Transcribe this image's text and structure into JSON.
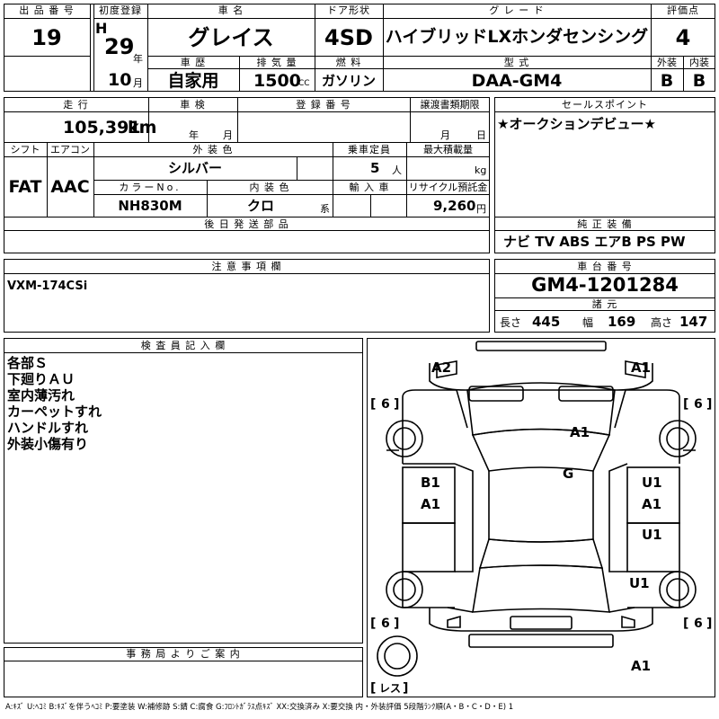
{
  "header_labels": {
    "lot_no": "出 品 番 号",
    "first_reg": "初度登録",
    "car_name": "車 名",
    "door": "ドア形状",
    "grade": "グ レ ー ド",
    "score": "評価点",
    "history": "車 歴",
    "displacement": "排 気 量",
    "fuel": "燃 料",
    "model": "型 式",
    "exterior": "外装",
    "interior": "内装"
  },
  "header": {
    "lot_no": "19",
    "era": "H",
    "year": "29",
    "year_unit": "年",
    "month": "10",
    "month_unit": "月",
    "car_name": "グレイス",
    "door": "4SD",
    "grade": "ハイブリッドLXホンダセンシング",
    "score": "4",
    "history": "自家用",
    "displacement": "1500",
    "displacement_unit": "CC",
    "fuel": "ガソリン",
    "model": "DAA-GM4",
    "exterior_grade": "B",
    "interior_grade": "B"
  },
  "sec2_labels": {
    "mileage": "走 行",
    "inspection": "車 検",
    "reg_no": "登 録 番 号",
    "transfer_deadline": "譲渡書類期限",
    "sales_point": "セールスポイント",
    "shift": "シフト",
    "aircon": "エアコン",
    "ext_color": "外 装 色",
    "capacity": "乗車定員",
    "max_load": "最大積載量",
    "color_no": "カラーNo.",
    "int_color": "内 装 色",
    "import": "輸 入 車",
    "recycle": "リサイクル預託金",
    "later_parts": "後 日 発 送 部 品",
    "genuine_equip": "純 正 装 備"
  },
  "sec2": {
    "mileage": "105,391",
    "mileage_unit": "km",
    "insp_year_unit": "年",
    "insp_month_unit": "月",
    "deadline_month_unit": "月",
    "deadline_day_unit": "日",
    "sales_point": "★オークションデビュー★",
    "shift": "FAT",
    "aircon": "AAC",
    "ext_color": "シルバー",
    "capacity": "5",
    "capacity_unit": "人",
    "max_load_unit": "kg",
    "color_no": "NH830M",
    "int_color": "クロ",
    "int_color_unit": "系",
    "recycle": "9,260",
    "recycle_unit": "円",
    "equipment": "ナビ TV ABS エアB PS PW"
  },
  "notes": {
    "label": "注 意 事 項 欄",
    "text": "VXM-174CSi"
  },
  "chassis": {
    "label": "車 台 番 号",
    "number": "GM4-1201284",
    "dims_label": "諸 元",
    "length_label": "長さ",
    "length": "445",
    "width_label": "幅",
    "width": "169",
    "height_label": "高さ",
    "height": "147"
  },
  "inspector": {
    "label": "検 査 員 記 入 欄",
    "lines": [
      "各部Ｓ",
      "下廻りＡＵ",
      "室内薄汚れ",
      "カーペットすれ",
      "ハンドルすれ",
      "外装小傷有り"
    ]
  },
  "office": {
    "label": "事 務 局 よ り ご 案 内"
  },
  "diagram": {
    "marks": {
      "front_left_corner": "A2",
      "front_right_corner": "A1",
      "hood_right": "A1",
      "roof": "G",
      "left_front_door_top": "B1",
      "left_front_door_bottom": "A1",
      "right_front_door_top": "U1",
      "right_front_door_bottom": "A1",
      "right_rear_door": "U1",
      "right_rear_fender": "U1",
      "rear_right_corner": "A1"
    },
    "tyre_treads": [
      "6",
      "6",
      "6",
      "6"
    ],
    "spare_tyre": "レス"
  },
  "legend": "A:ｷｽﾞ U:ﾍｺﾐ B:ｷｽﾞを伴うﾍｺﾐ P:要塗装 W:補修跡 S:錆 C:腐食 G:ﾌﾛﾝﾄｶﾞﾗｽ点ｷｽﾞ XX:交換済み X:要交換 内・外装評価 5段階ﾗﾝｸ順(A・B・C・D・E) 1"
}
